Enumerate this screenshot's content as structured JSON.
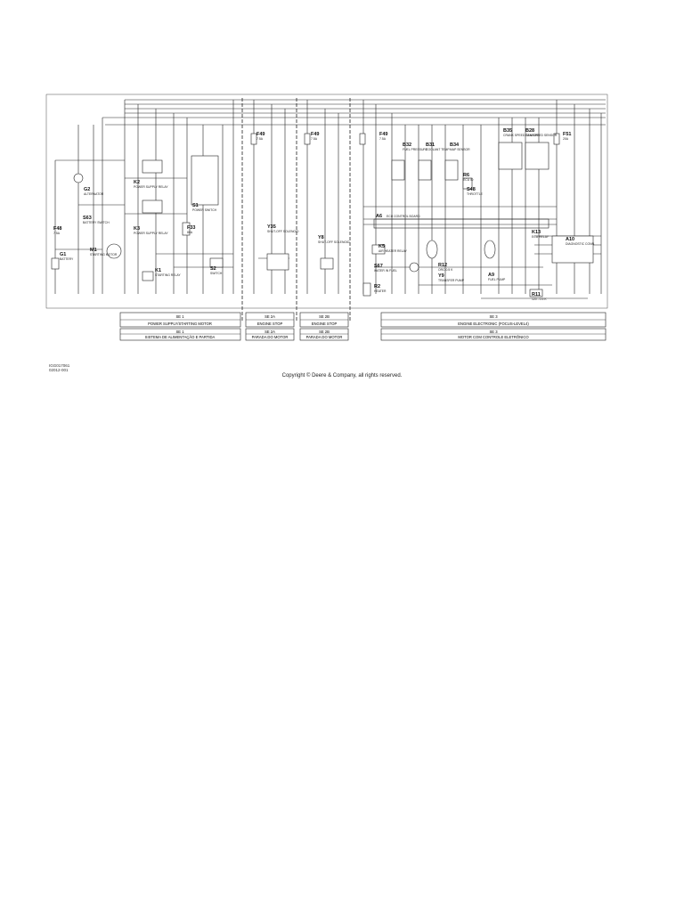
{
  "copyright": "Copyright © Deere & Company, all rights reserved.",
  "figure_id": "IGG017061",
  "figure_sub": "02012-001",
  "sections": [
    {
      "id": "se1",
      "en": "SE 1",
      "en_title": "POWER SUPPLY/STARTING MOTOR",
      "pt": "SE 1",
      "pt_title": "SISTEMA DE ALIMENTAÇÃO E PARTIDA"
    },
    {
      "id": "se2a",
      "en": "SE 2A",
      "en_title": "ENGINE STOP",
      "pt": "SE 2A",
      "pt_title": "PARADA DO MOTOR"
    },
    {
      "id": "se2b",
      "en": "SE 2B",
      "en_title": "ENGINE STOP",
      "pt": "SE 2B",
      "pt_title": "PARADA DO MOTOR"
    },
    {
      "id": "se3",
      "en": "SE 3",
      "en_title": "ENGINE ELECTRONIC (FOCUS-LEVEL4)",
      "pt": "SE 3",
      "pt_title": "MOTOR COM CONTROLE ELETRÔNICO"
    }
  ],
  "components": {
    "g2": {
      "ref": "G2",
      "desc": "ALTERNATOR"
    },
    "k2": {
      "ref": "K2",
      "desc": "POWER SUPPLY RELAY"
    },
    "k3": {
      "ref": "K3",
      "desc": "POWER SUPPLY RELAY"
    },
    "s63": {
      "ref": "S63",
      "desc": "BATTERY SWITCH"
    },
    "f48": {
      "ref": "F48",
      "desc": "7.5A"
    },
    "m1": {
      "ref": "M1",
      "desc": "STARTING MOTOR"
    },
    "g1": {
      "ref": "G1",
      "desc": "BATTERY"
    },
    "s1": {
      "ref": "S1",
      "desc": "POWER SWITCH"
    },
    "f33": {
      "ref": "F33",
      "desc": "80A"
    },
    "k1": {
      "ref": "K1",
      "desc": "STARTING RELAY"
    },
    "s2": {
      "ref": "S2",
      "desc": "SWITCH"
    },
    "f49a": {
      "ref": "F49",
      "desc": "7.5A"
    },
    "y35": {
      "ref": "Y35",
      "desc": "SHUT-OFF SOLENOID"
    },
    "f49b": {
      "ref": "F49",
      "desc": "7.5A"
    },
    "y8": {
      "ref": "Y8",
      "desc": "SHUT-OFF SOLENOID"
    },
    "f49c": {
      "ref": "F49",
      "desc": "7.5A"
    },
    "b32": {
      "ref": "B32",
      "desc": "FUEL PRESSURE"
    },
    "b31": {
      "ref": "B31",
      "desc": "COOLANT TEMP."
    },
    "b34": {
      "ref": "B34",
      "desc": "MAP SENSOR"
    },
    "r6": {
      "ref": "R6",
      "desc": "ECU ID"
    },
    "s48": {
      "ref": "S48",
      "desc": "THROTTLE"
    },
    "b35": {
      "ref": "B35",
      "desc": "CRANK SPEED SENSOR"
    },
    "b28": {
      "ref": "B28",
      "desc": "CAM SPEED SENSOR"
    },
    "f51": {
      "ref": "F51",
      "desc": "20A"
    },
    "a6": {
      "ref": "A6",
      "desc": "ECU CONTROL BOARD"
    },
    "k5": {
      "ref": "K5",
      "desc": "AIR HEATER RELAY"
    },
    "s67": {
      "ref": "S67",
      "desc": "WATER IN FUEL"
    },
    "r2": {
      "ref": "R2",
      "desc": "HEATER"
    },
    "r12": {
      "ref": "R12",
      "desc": "ORC 0.5 K"
    },
    "y9": {
      "ref": "Y9",
      "desc": "TRANSFER PUMP"
    },
    "a9": {
      "ref": "A9",
      "desc": "FUEL PUMP"
    },
    "k13": {
      "ref": "K13",
      "desc": "ECU RELAY"
    },
    "a10": {
      "ref": "A10",
      "desc": "DIAGNOSTIC CONN."
    },
    "r11": {
      "ref": "R11",
      "desc": "120 - 0.5 K"
    }
  }
}
